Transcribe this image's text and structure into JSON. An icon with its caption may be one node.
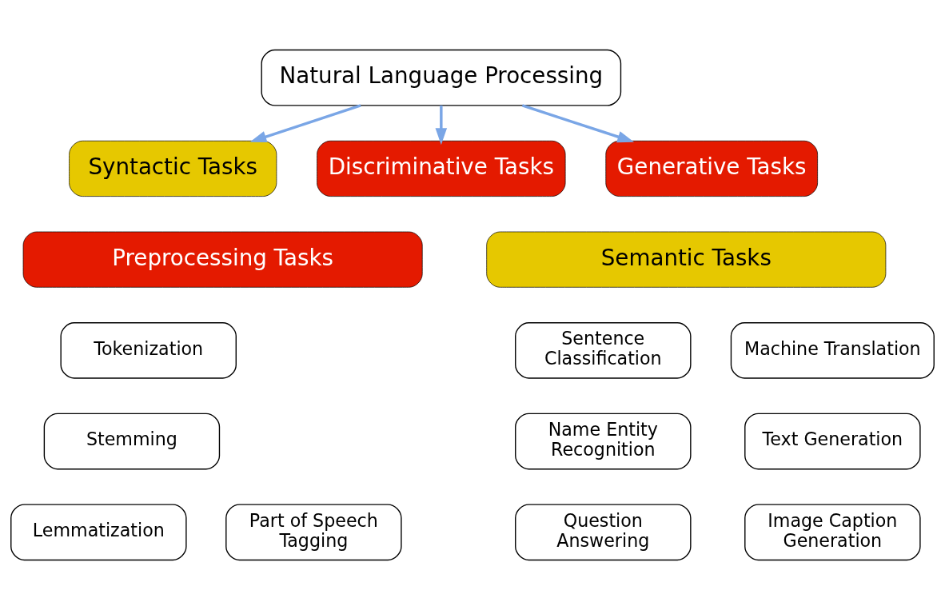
{
  "diagram": {
    "nodes": [
      {
        "text": [
          "Natural Language Processing"
        ]
      },
      {
        "text": [
          "Syntactic Tasks"
        ]
      },
      {
        "text": [
          "Discriminative Tasks"
        ]
      },
      {
        "text": [
          "Generative Tasks"
        ]
      },
      {
        "text": [
          "Preprocessing Tasks"
        ]
      },
      {
        "text": [
          "Semantic Tasks"
        ]
      },
      {
        "text": [
          "Tokenization"
        ]
      },
      {
        "text": [
          "Stemming"
        ]
      },
      {
        "text": [
          "Lemmatization"
        ]
      },
      {
        "text": [
          "Part of Speech Tagging"
        ]
      },
      {
        "text": [
          "Sentence Classification"
        ]
      },
      {
        "text": [
          "Name Entity Recognition"
        ]
      },
      {
        "text": [
          "Question Answering"
        ]
      },
      {
        "text": [
          "Machine Translation"
        ]
      },
      {
        "text": [
          "Text Generation"
        ]
      },
      {
        "text": [
          "Image Caption Generation"
        ]
      }
    ],
    "edges": [
      {
        "from": 0,
        "to": 1,
        "arrow": "to"
      },
      {
        "from": 0,
        "to": 2,
        "arrow": "to"
      },
      {
        "from": 0,
        "to": 3,
        "arrow": "to"
      }
    ]
  }
}
